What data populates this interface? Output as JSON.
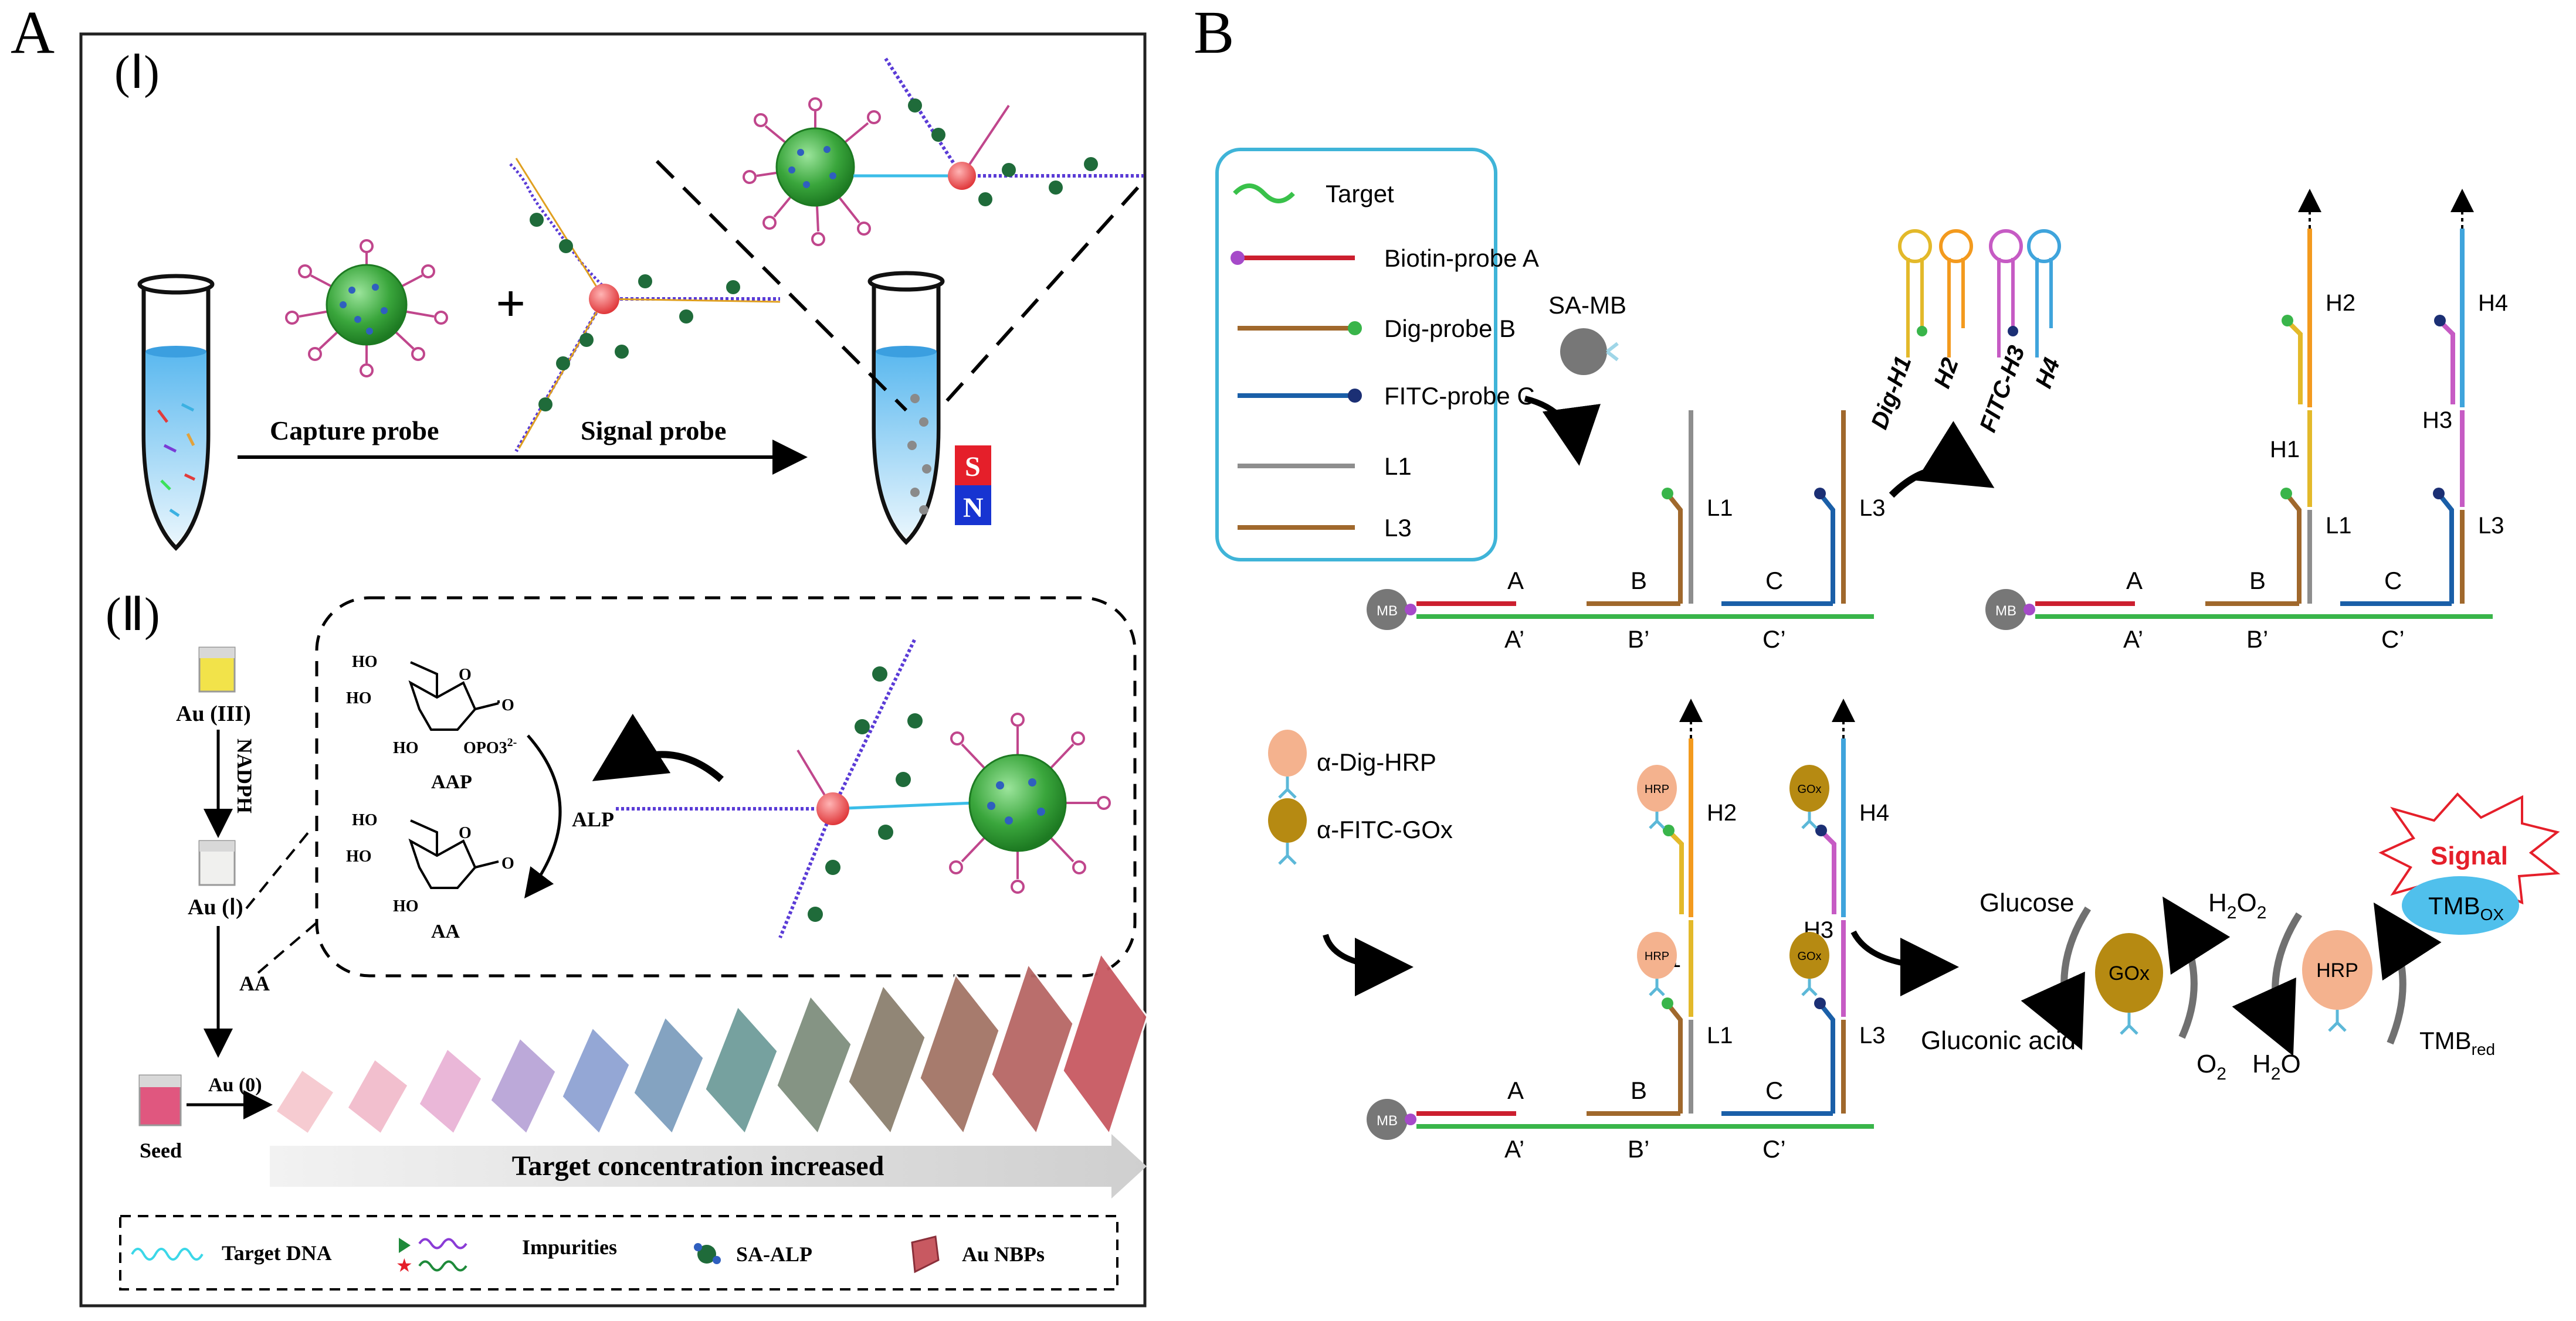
{
  "panelA": {
    "letter": "A",
    "part1": "(Ⅰ)",
    "part2": "(Ⅱ)",
    "capture_probe": "Capture probe",
    "signal_probe": "Signal probe",
    "magnet_s": "S",
    "magnet_n": "N",
    "au3": "Au (III)",
    "nadph": "NADPH",
    "au1": "Au (Ⅰ)",
    "aa_left": "AA",
    "au0": "Au (0)",
    "seed": "Seed",
    "ho1": "HO",
    "ho2": "HO",
    "ho3": "HO",
    "ho4": "HO",
    "ho5": "HO",
    "ho6": "HO",
    "o1": "O",
    "o2": "O",
    "o3": "O",
    "o4": "O",
    "opo3": "OPO3",
    "opo3_sup": "2-",
    "aap": "AAP",
    "aa_chem": "AA",
    "alp": "ALP",
    "target_conc": "Target concentration increased",
    "legend": {
      "target_dna": "Target DNA",
      "impurities": "Impurities",
      "sa_alp": "SA-ALP",
      "au_nbps": "Au NBPs"
    },
    "nbp_colors": [
      "#f6c9cf",
      "#f2bccc",
      "#e9b4d6",
      "#b9a5d8",
      "#8fa3d3",
      "#7e9fbe",
      "#6f9d9a",
      "#7f8f7e",
      "#8c806f",
      "#a37466",
      "#b76765",
      "#c85961"
    ]
  },
  "panelB": {
    "letter": "B",
    "legend": {
      "target": "Target",
      "biotin": "Biotin-probe A",
      "dig": "Dig-probe B",
      "fitc": "FITC-probe C",
      "l1": "L1",
      "l3": "L3"
    },
    "sa_mb": "SA-MB",
    "mb": "MB",
    "segments": {
      "a": "A",
      "b": "B",
      "c": "C",
      "a2": "A’",
      "b2": "B’",
      "c2": "C’"
    },
    "hairpins": {
      "h1": "Dig-H1",
      "h2": "H2",
      "h3": "FITC-H3",
      "h4": "H4"
    },
    "labels": {
      "h1": "H1",
      "h2": "H2",
      "h3": "H3",
      "h4": "H4",
      "l1": "L1",
      "l3": "L3"
    },
    "anti_dig": "α-Dig-HRP",
    "anti_fitc": "α-FITC-GOx",
    "hrp": "HRP",
    "gox": "GOx",
    "glucose": "Glucose",
    "gluconic": "Gluconic acid",
    "h2o2": "H",
    "h2o2_sub": "2",
    "h2o2_tail": "O",
    "h2o2_sub2": "2",
    "o2": "O",
    "o2_sub": "2",
    "h2o": "H",
    "h2o_sub": "2",
    "h2o_tail": "O",
    "signal": "Signal",
    "tmb_ox": "TMB",
    "tmb_ox_sub": "OX",
    "tmb_red": "TMB",
    "tmb_red_sub": "red"
  },
  "colors": {
    "green": "#39b54a",
    "red": "#cc1f2f",
    "brown": "#a0682c",
    "blue": "#1a5fa8",
    "grey": "#8e8e8e",
    "orange": "#f39a1e",
    "pink": "#c65bc4",
    "lightblue": "#3fa4dc",
    "yellow": "#e3b92a",
    "hrp": "#f4b28e",
    "gox": "#b68a12",
    "bead": "#4bb84b"
  }
}
